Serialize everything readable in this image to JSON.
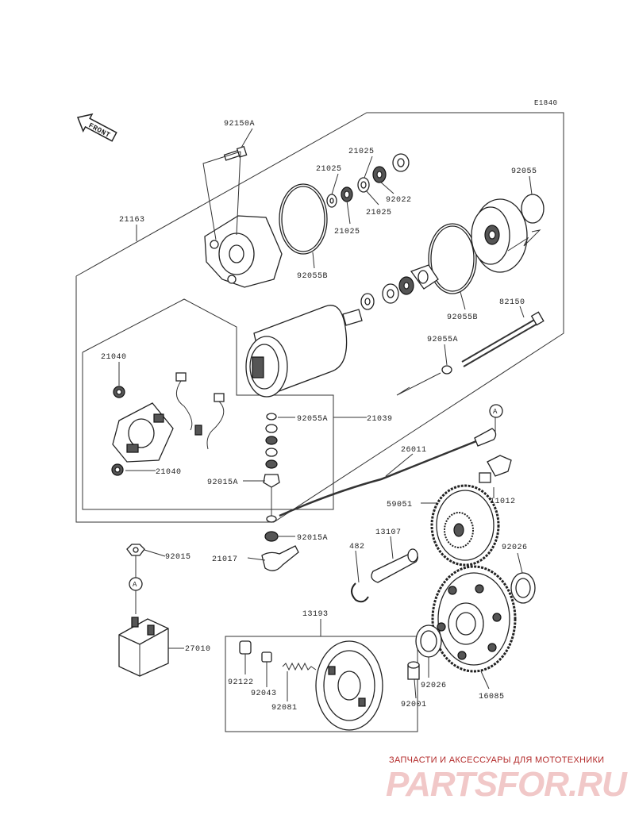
{
  "diagram": {
    "code": "E1840",
    "front_label": "FRONT",
    "callouts": {
      "p92150A": "92150A",
      "p21025a": "21025",
      "p21025b": "21025",
      "p92022": "92022",
      "p21025c": "21025",
      "p21025d": "21025",
      "p92055": "92055",
      "p21163": "21163",
      "p92055B_top": "92055B",
      "p92055B_mid": "92055B",
      "p82150": "82150",
      "p92055A_right": "92055A",
      "p21040a": "21040",
      "p21040b": "21040",
      "p92055A_left": "92055A",
      "p21039": "21039",
      "p92015A_a": "92015A",
      "p26011": "26011",
      "p59051": "59051",
      "p11012": "11012",
      "p92015A_b": "92015A",
      "p13107": "13107",
      "p482": "482",
      "p92026a": "92026",
      "p92015": "92015",
      "p21017": "21017",
      "p13193": "13193",
      "p27010": "27010",
      "p92122": "92122",
      "p92043": "92043",
      "p92081": "92081",
      "p92026b": "92026",
      "p92001": "92001",
      "p16085": "16085",
      "ref_a1": "A",
      "ref_a2": "A"
    }
  },
  "watermark": {
    "tagline": "ЗАПЧАСТИ И АКСЕССУАРЫ ДЛЯ МОТОТЕХНИКИ",
    "logo": "PARTSFOR.RU",
    "color": "#b32a2a"
  }
}
